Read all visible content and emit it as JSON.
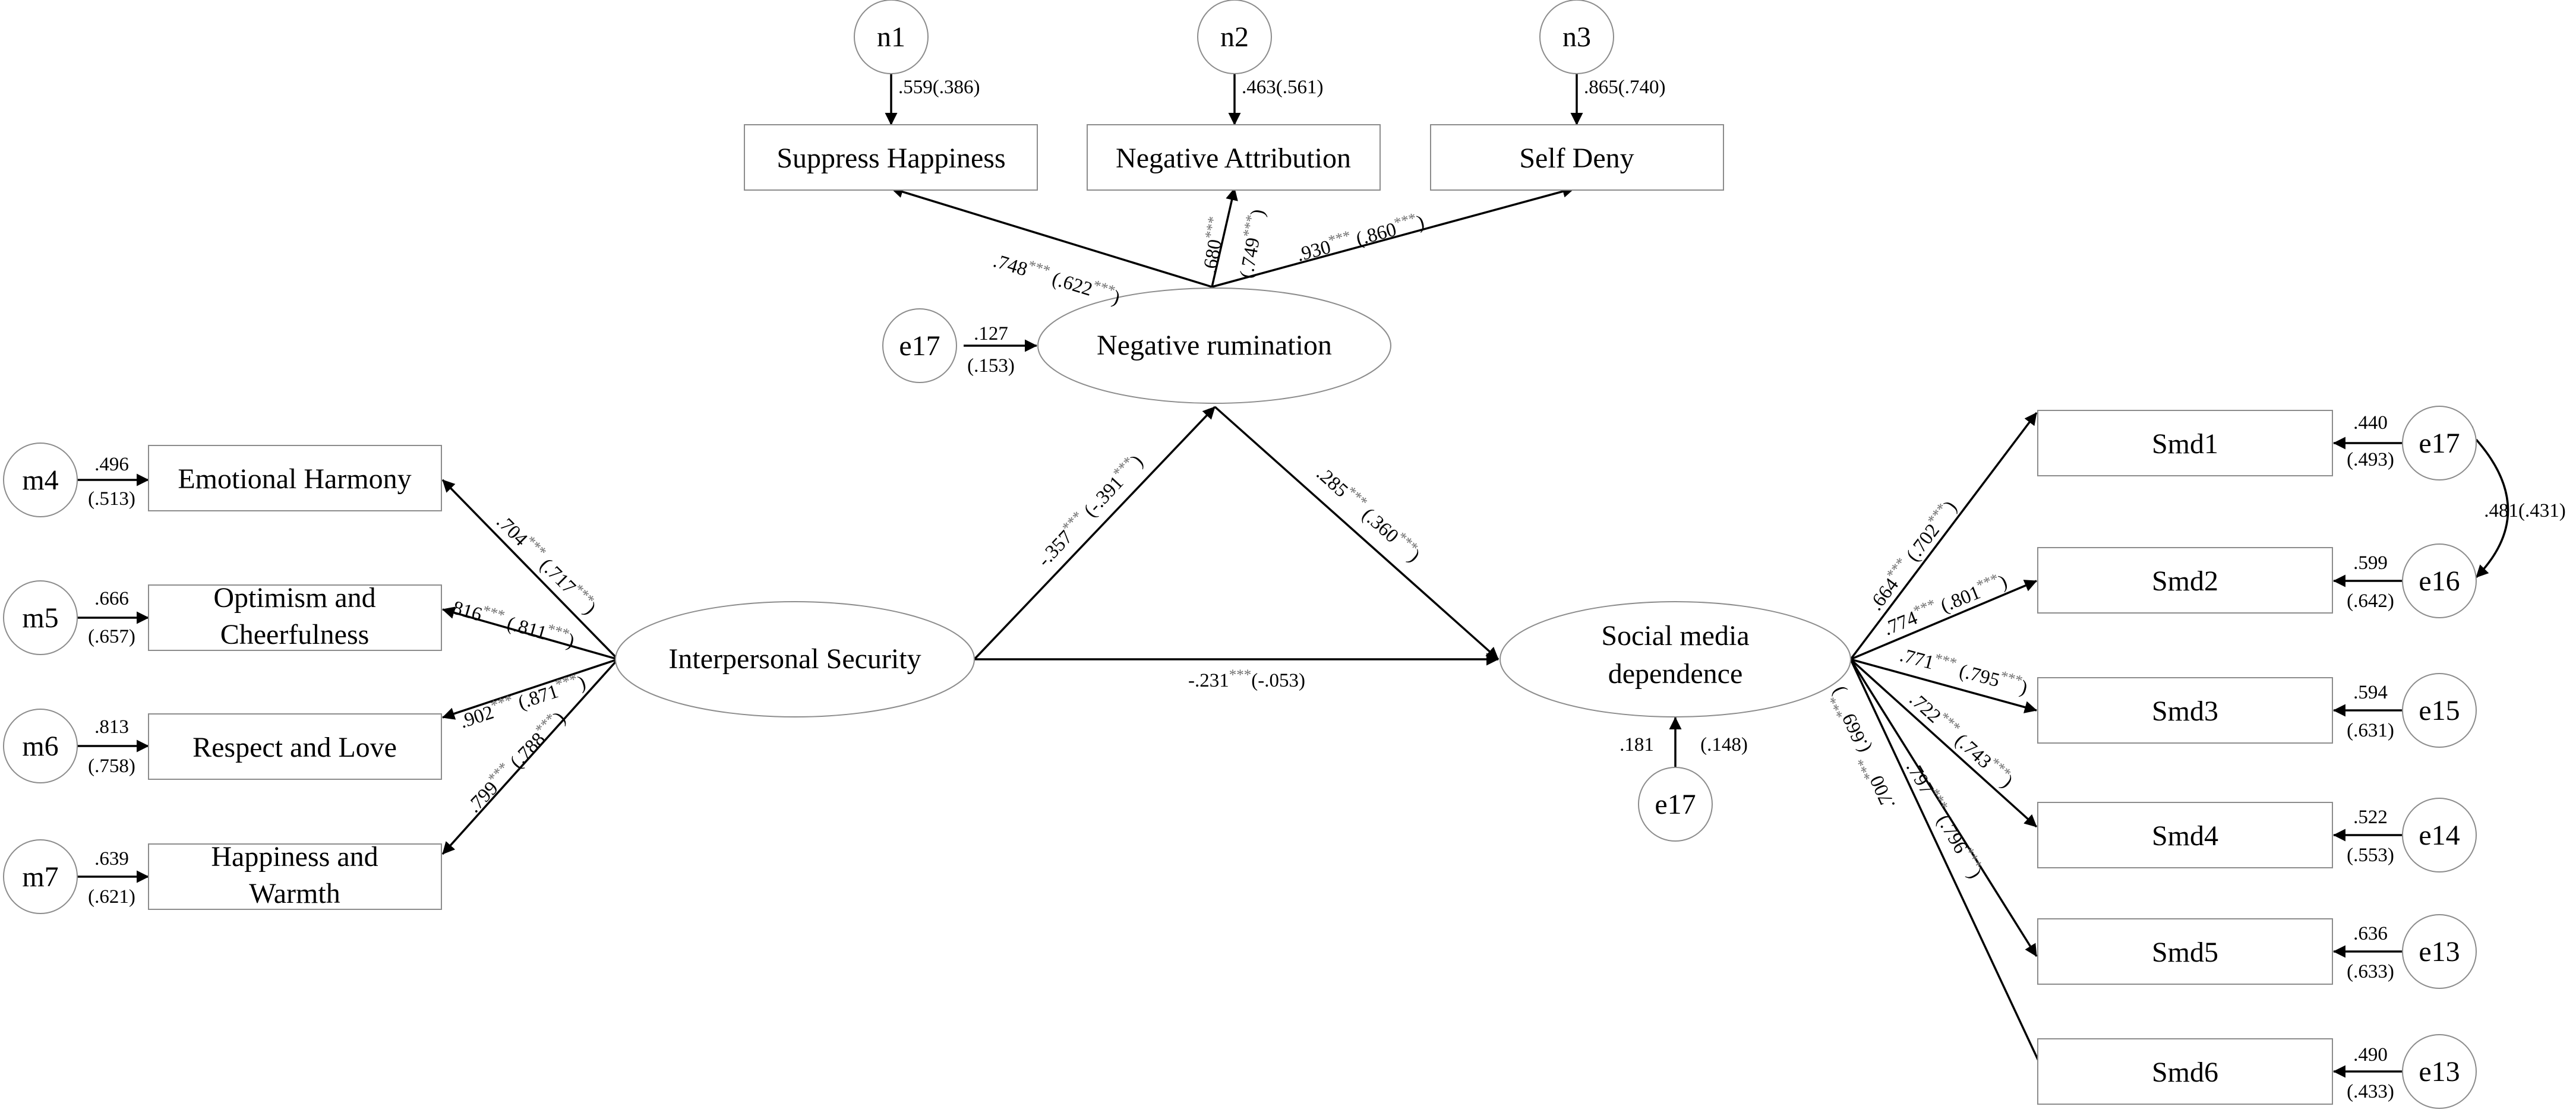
{
  "latent": {
    "negative_rumination": "Negative rumination",
    "interpersonal_security": "Interpersonal Security",
    "social_media_dependence_1": "Social media",
    "social_media_dependence_2": "dependence"
  },
  "indicators": {
    "suppress_happiness": "Suppress Happiness",
    "negative_attribution": "Negative Attribution",
    "self_deny": "Self Deny",
    "emotional_harmony": "Emotional Harmony",
    "optimism_1": "Optimism and",
    "optimism_2": "Cheerfulness",
    "respect_love": "Respect and Love",
    "happiness_1": "Happiness and",
    "happiness_2": "Warmth",
    "smd1": "Smd1",
    "smd2": "Smd2",
    "smd3": "Smd3",
    "smd4": "Smd4",
    "smd5": "Smd5",
    "smd6": "Smd6"
  },
  "errors": {
    "n1": "n1",
    "n2": "n2",
    "n3": "n3",
    "e17_rum": "e17",
    "m4": "m4",
    "m5": "m5",
    "m6": "m6",
    "m7": "m7",
    "e17_r": "e17",
    "e16": "e16",
    "e15": "e15",
    "e14": "e14",
    "e13_a": "e13",
    "e13_b": "e13",
    "e17_smd": "e17"
  },
  "error_loadings": {
    "n1": ".559(.386)",
    "n2": ".463(.561)",
    "n3": ".865(.740)",
    "rum_top": ".127",
    "rum_bot": "(.153)",
    "m4_top": ".496",
    "m4_bot": "(.513)",
    "m5_top": ".666",
    "m5_bot": "(.657)",
    "m6_top": ".813",
    "m6_bot": "(.758)",
    "m7_top": ".639",
    "m7_bot": "(.621)",
    "smd1_top": ".440",
    "smd1_bot": "(.493)",
    "smd2_top": ".599",
    "smd2_bot": "(.642)",
    "smd3_top": ".594",
    "smd3_bot": "(.631)",
    "smd4_top": ".522",
    "smd4_bot": "(.553)",
    "smd5_top": ".636",
    "smd5_bot": "(.633)",
    "smd6_top": ".490",
    "smd6_bot": "(.433)",
    "smd_latent_left": ".181",
    "smd_latent_right": "(.148)",
    "covariance": ".481(.431)"
  },
  "path_coefficients": {
    "suppress_a": ".748",
    "suppress_b": " (.622",
    "suppress_c": ")",
    "attribution_a": ".680",
    "attribution_b": "(.749",
    "attribution_c": ")",
    "selfdeny_a": ".930",
    "selfdeny_b": " (.860",
    "selfdeny_c": ")",
    "harmony_a": ".704",
    "harmony_b": " (.717",
    "harmony_c": ")",
    "optimism_a": ".816",
    "optimism_b": " (.811",
    "optimism_c": ")",
    "respect_a": ".902",
    "respect_b": " (.871",
    "respect_c": ")",
    "happiness_a": ".799",
    "happiness_b": " (.788",
    "happiness_c": ")",
    "is_rum_a": "-.357",
    "is_rum_b": " (-.391",
    "is_rum_c": ")",
    "rum_smd_a": ".285",
    "rum_smd_b": " (.360",
    "rum_smd_c": ")",
    "is_smd_a": "-.231",
    "is_smd_b": "(-.053)",
    "smd1_a": ".664",
    "smd1_b": " (.702",
    "smd1_c": ")",
    "smd2_a": ".774",
    "smd2_b": " (.801",
    "smd2_c": ")",
    "smd3_a": ".771",
    "smd3_b": " (.795",
    "smd3_c": ")",
    "smd4_a": ".722",
    "smd4_b": " (.743",
    "smd4_c": ")",
    "smd5_a": ".797",
    "smd5_b": " (.796",
    "smd5_c": ")",
    "smd6_a": ".700",
    "smd6_b": " (.669",
    "smd6_c": ")",
    "stars": "***"
  }
}
